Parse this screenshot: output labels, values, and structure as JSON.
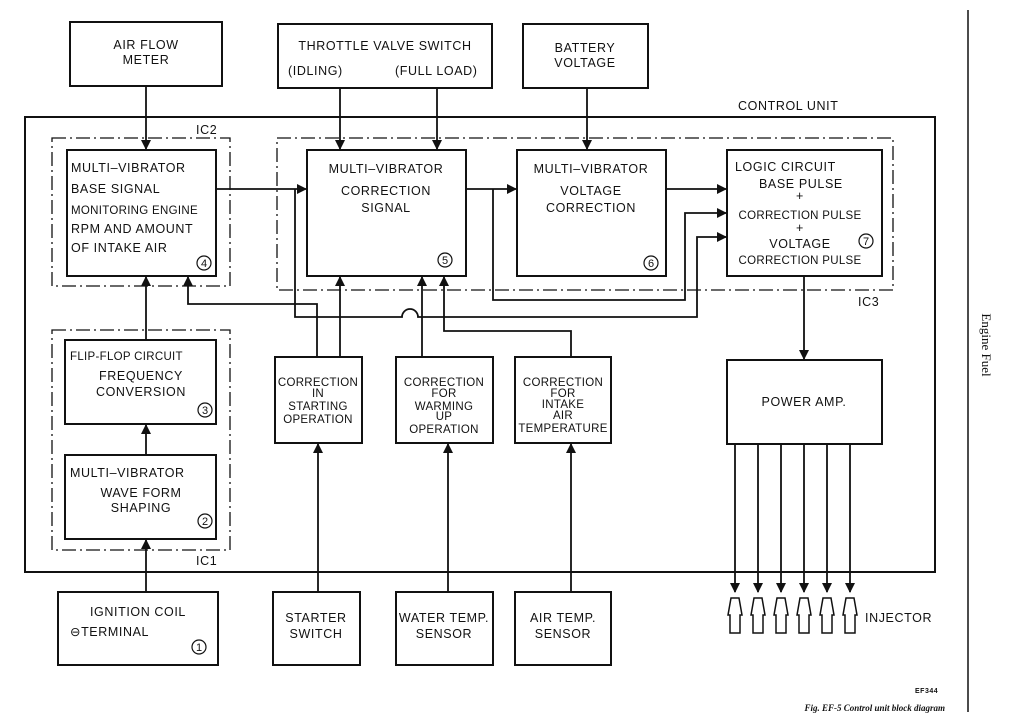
{
  "blocks": {
    "air_flow_meter": [
      "AIR  FLOW",
      "METER"
    ],
    "throttle_valve_switch": [
      "THROTTLE VALVE SWITCH",
      "(IDLING)",
      "(FULL LOAD)"
    ],
    "battery_voltage": [
      "BATTERY",
      "VOLTAGE"
    ],
    "control_unit_label": "CONTROL UNIT",
    "ic1_label": "IC1",
    "ic2_label": "IC2",
    "ic3_label": "IC3",
    "mv_base_signal": [
      "MULTI–VIBRATOR",
      "BASE SIGNAL",
      "MONITORING ENGINE",
      "RPM AND AMOUNT",
      "OF INTAKE AIR"
    ],
    "mv_base_signal_num": "4",
    "mv_correction_signal": [
      "MULTI–VIBRATOR",
      "CORRECTION",
      "SIGNAL"
    ],
    "mv_correction_signal_num": "5",
    "mv_voltage_correction": [
      "MULTI–VIBRATOR",
      "VOLTAGE",
      "CORRECTION"
    ],
    "mv_voltage_correction_num": "6",
    "logic_circuit": [
      "LOGIC CIRCUIT",
      "BASE PULSE",
      "+",
      "CORRECTION PULSE",
      "+",
      "VOLTAGE",
      "CORRECTION PULSE"
    ],
    "logic_circuit_num": "7",
    "flip_flop": [
      "FLIP-FLOP CIRCUIT",
      "FREQUENCY",
      "CONVERSION"
    ],
    "flip_flop_num": "3",
    "mv_wave_form": [
      "MULTI–VIBRATOR",
      "WAVE FORM",
      "SHAPING"
    ],
    "mv_wave_form_num": "2",
    "correction_starting": [
      "CORRECTION",
      "IN",
      "STARTING",
      "OPERATION"
    ],
    "correction_warming": [
      "CORRECTION",
      "FOR",
      "WARMING",
      "UP",
      "OPERATION"
    ],
    "correction_intake": [
      "CORRECTION",
      "FOR",
      "INTAKE",
      "AIR",
      "TEMPERATURE"
    ],
    "power_amp": "POWER AMP.",
    "ignition_coil": [
      "IGNITION COIL",
      "⊖TERMINAL"
    ],
    "ignition_coil_num": "1",
    "starter_switch": [
      "STARTER",
      "SWITCH"
    ],
    "water_temp_sensor": [
      "WATER TEMP.",
      "SENSOR"
    ],
    "air_temp_sensor": [
      "AIR TEMP.",
      "SENSOR"
    ],
    "injector_label": "INJECTOR",
    "injector_count": 6
  },
  "figure": {
    "code": "EF344",
    "caption": "Fig. EF-5  Control unit block diagram",
    "side_label": "Engine Fuel"
  }
}
